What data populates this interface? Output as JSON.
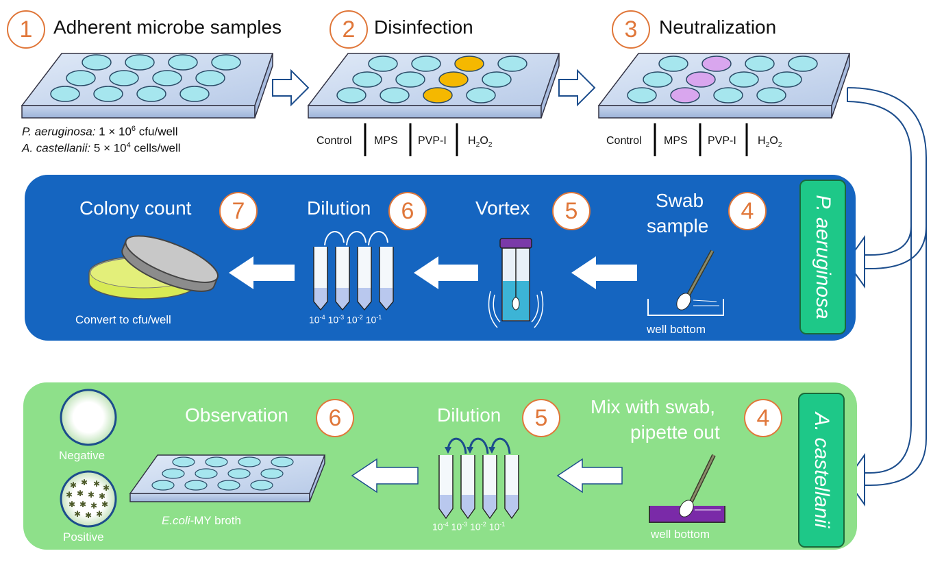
{
  "steps_top": [
    {
      "number": "1",
      "title": "Adherent microbe samples"
    },
    {
      "number": "2",
      "title": "Disinfection"
    },
    {
      "number": "3",
      "title": "Neutralization"
    }
  ],
  "sample_info": {
    "line1_species": "P. aeruginosa:",
    "line1_value": "1 × 10",
    "line1_exp": "6",
    "line1_unit": " cfu/well",
    "line2_species": "A. castellanii:",
    "line2_value": " 5 × 10",
    "line2_exp": "4",
    "line2_unit": " cells/well"
  },
  "treatments": [
    "Control",
    "MPS",
    "PVP-I",
    "H2O2"
  ],
  "h2o2": {
    "h": "H",
    "sub1": "2",
    "o": "O",
    "sub2": "2"
  },
  "blue_panel": {
    "organism": "P. aeruginosa",
    "steps": [
      {
        "number": "7",
        "title": "Colony count"
      },
      {
        "number": "6",
        "title": "Dilution"
      },
      {
        "number": "5",
        "title": "Vortex"
      },
      {
        "number": "4",
        "title_line1": "Swab",
        "title_line2": "sample"
      }
    ],
    "convert_label": "Convert to cfu/well",
    "well_bottom": "well bottom",
    "dilutions": [
      "10",
      "10",
      "10",
      "10"
    ],
    "dilution_exps": [
      "-4",
      "-3",
      "-2",
      "-1"
    ]
  },
  "green_panel": {
    "organism": "A. castellanii",
    "steps": [
      {
        "number": "6",
        "title": "Observation"
      },
      {
        "number": "5",
        "title": "Dilution"
      },
      {
        "number": "4",
        "title_line1": "Mix with swab,",
        "title_line2": "pipette out"
      }
    ],
    "negative": "Negative",
    "positive": "Positive",
    "broth_italic": "E.coli",
    "broth_rest": "-MY broth",
    "well_bottom": "well bottom",
    "dilutions": [
      "10",
      "10",
      "10",
      "10"
    ],
    "dilution_exps": [
      "-4",
      "-3",
      "-2",
      "-1"
    ]
  },
  "colors": {
    "accent_orange": "#e0773a",
    "blue_panel": "#1565c0",
    "green_panel": "#8ee08a",
    "well_cyan": "#a6e6ee",
    "well_yellow": "#f5b800",
    "well_purple": "#d9a6ee",
    "agar_yellow": "#d8ea55",
    "swab_purple": "#7a2aa8"
  }
}
